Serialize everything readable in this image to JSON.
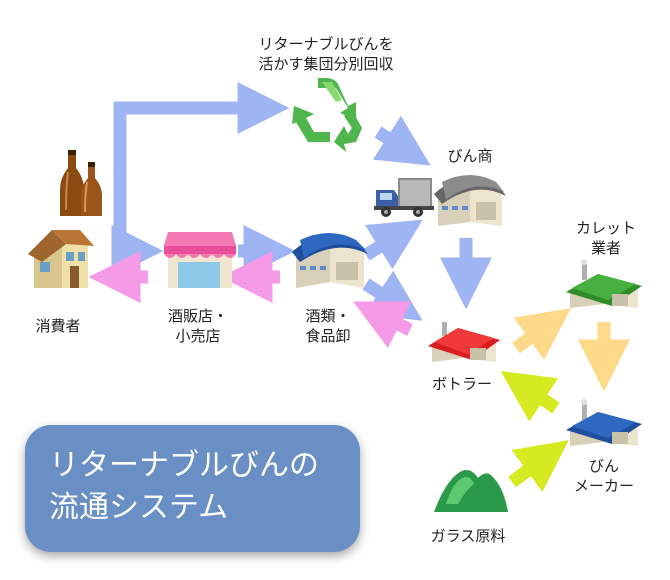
{
  "title": {
    "line1": "リターナブルびんの",
    "line2": "流通システム"
  },
  "nodes": {
    "recycle": {
      "line1": "リターナブルびんを",
      "line2": "活かす集団分別回収"
    },
    "bin_shou": {
      "line1": "びん商",
      "line2": ""
    },
    "consumer": {
      "line1": "消費者",
      "line2": ""
    },
    "retailer": {
      "line1": "酒販店・",
      "line2": "小売店"
    },
    "wholesaler": {
      "line1": "酒類・",
      "line2": "食品卸"
    },
    "bottler": {
      "line1": "ボトラー",
      "line2": ""
    },
    "cullet": {
      "line1": "カレット",
      "line2": "業者"
    },
    "maker": {
      "line1": "びん",
      "line2": "メーカー"
    },
    "glass": {
      "line1": "ガラス原料",
      "line2": ""
    }
  },
  "colors": {
    "blue_arrow": "#9fb4f2",
    "pink_arrow": "#f49ae6",
    "yellow_arrow": "#ffd98a",
    "lime_arrow": "#d6ea22",
    "recycle_green": "#4fb64d",
    "title_box": "#6a8fc4"
  }
}
